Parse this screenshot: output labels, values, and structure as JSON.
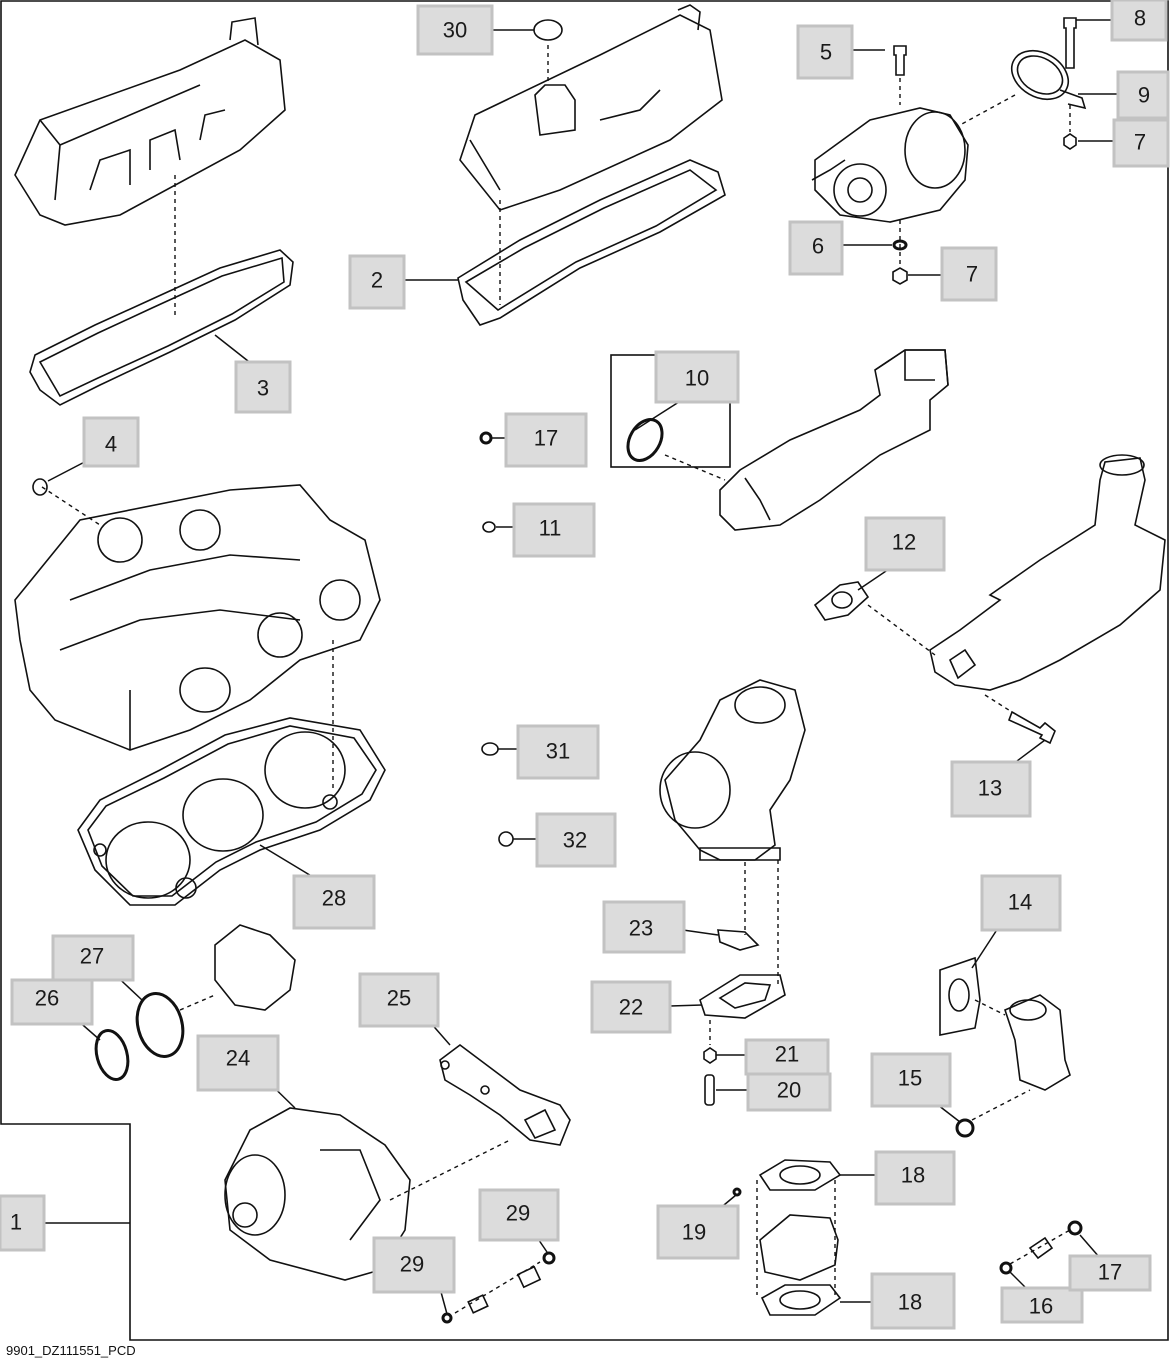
{
  "figure_id": "9901_DZ111551_PCD",
  "callouts": {
    "c1": "1",
    "c2": "2",
    "c3": "3",
    "c4": "4",
    "c5": "5",
    "c6": "6",
    "c7a": "7",
    "c7b": "7",
    "c8": "8",
    "c9": "9",
    "c10": "10",
    "c11": "11",
    "c12": "12",
    "c13": "13",
    "c14": "14",
    "c15": "15",
    "c16": "16",
    "c17a": "17",
    "c17b": "17",
    "c18a": "18",
    "c18b": "18",
    "c19": "19",
    "c20": "20",
    "c21": "21",
    "c22": "22",
    "c23": "23",
    "c24": "24",
    "c25": "25",
    "c26": "26",
    "c27": "27",
    "c28": "28",
    "c29a": "29",
    "c29b": "29",
    "c30": "30",
    "c31": "31",
    "c32": "32"
  }
}
